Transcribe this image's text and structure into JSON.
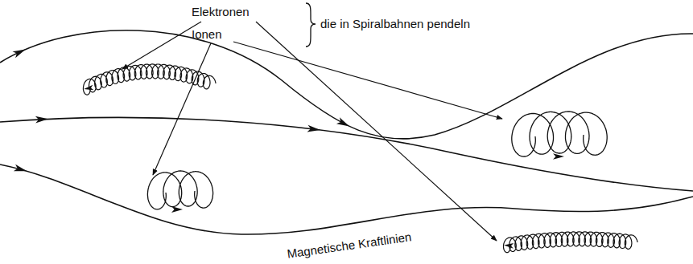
{
  "diagram": {
    "labels": [
      "Elektronen",
      "Ionen",
      "die in Spiralbahnen pendeln",
      "Magnetische Kraftlinien"
    ]
  }
}
